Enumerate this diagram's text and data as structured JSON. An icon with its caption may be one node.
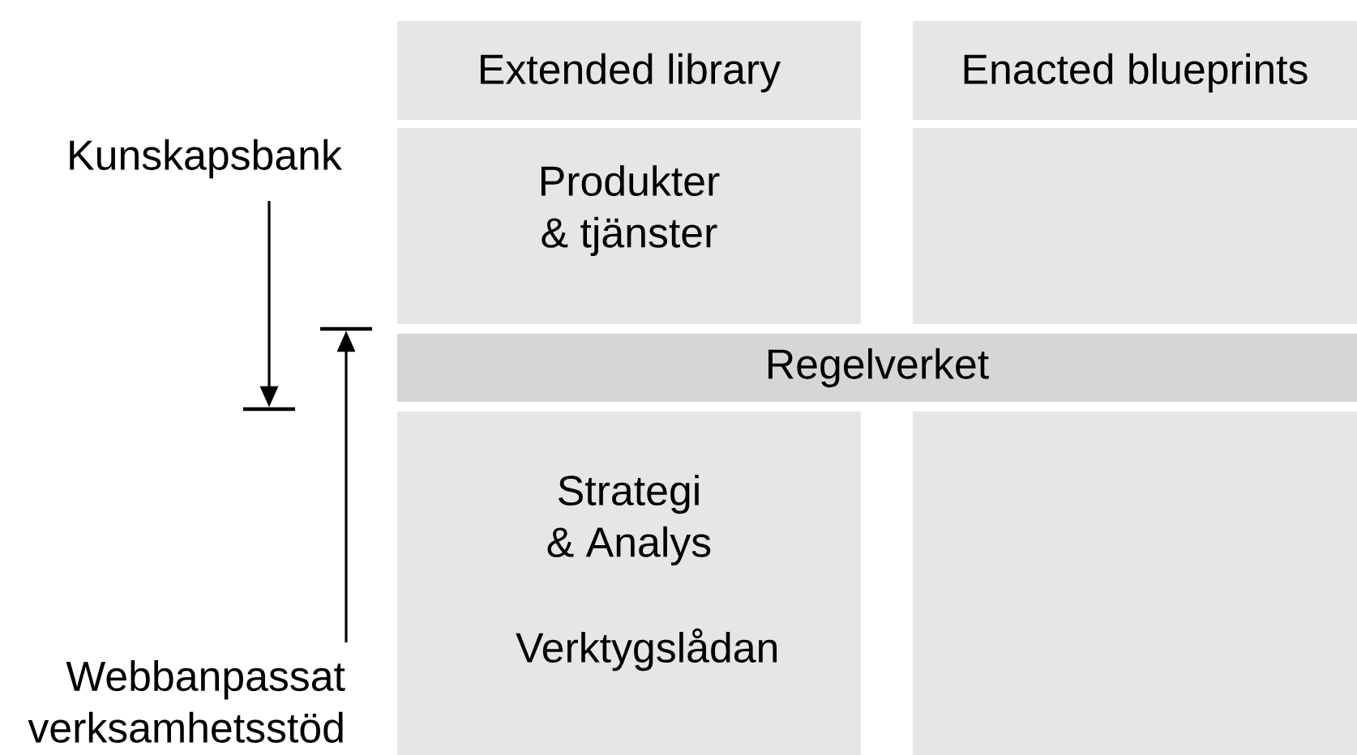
{
  "diagram": {
    "nodes": [
      {
        "text": [
          "Extended library"
        ]
      },
      {
        "text": [
          "Enacted blueprints"
        ]
      },
      {
        "text": [
          "Kunskapsbank"
        ]
      },
      {
        "text": [
          "Produkter & tjänster"
        ]
      },
      {
        "text": [],
        "shape": "box"
      },
      {
        "text": [],
        "shape": "bar"
      },
      {
        "text": [],
        "shape": "bar"
      },
      {
        "text": [
          "Regelverket"
        ]
      },
      {
        "text": [
          "Strategi & Analys",
          "Verktygslådan"
        ]
      },
      {
        "text": [],
        "shape": "box"
      },
      {
        "text": [
          "Webbanpassat verksamhetsstöd"
        ]
      }
    ],
    "edges": [
      {
        "from": 2,
        "to": 5,
        "arrow": "to"
      },
      {
        "from": 10,
        "to": 6,
        "arrow": "to"
      }
    ]
  }
}
